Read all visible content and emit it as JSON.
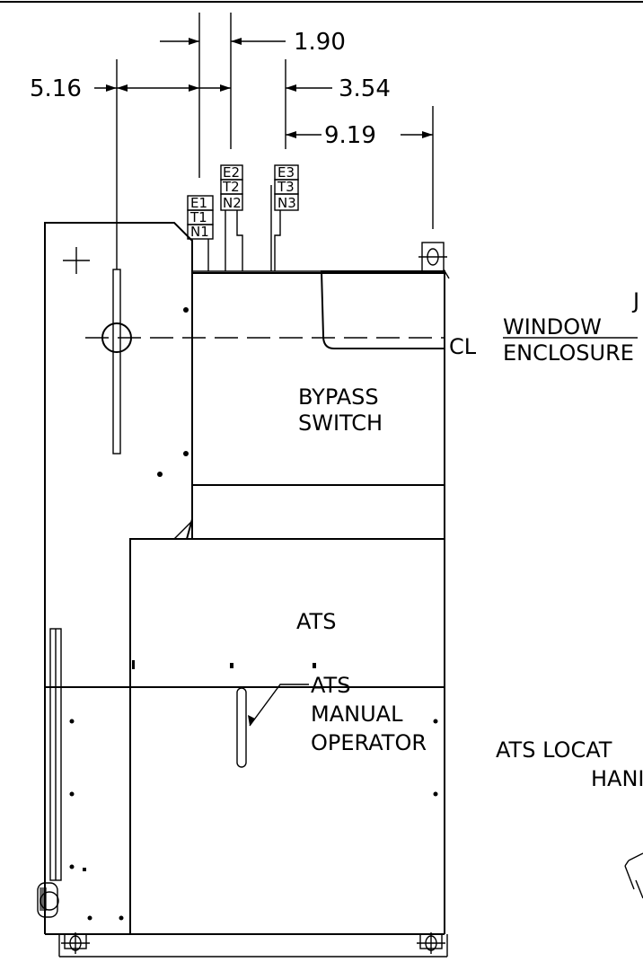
{
  "dimensions": {
    "d1": "1.90",
    "d2": "3.54",
    "d3": "9.19",
    "d4": "5.16"
  },
  "terminals": {
    "pole1": [
      "E1",
      "T1",
      "N1"
    ],
    "pole2": [
      "E2",
      "T2",
      "N2"
    ],
    "pole3": [
      "E3",
      "T3",
      "N3"
    ]
  },
  "labels": {
    "bypass_line1": "BYPASS",
    "bypass_line2": "SWITCH",
    "ats": "ATS",
    "manual_line1": "ATS",
    "manual_line2": "MANUAL",
    "manual_line3": "OPERATOR",
    "centerline": "CL",
    "window_line1": "WINDOW",
    "window_line2": "ENCLOSURE",
    "right_partial_1": "ATS  LOCAT",
    "right_partial_2": "HANI",
    "right_partial_top": "J"
  }
}
